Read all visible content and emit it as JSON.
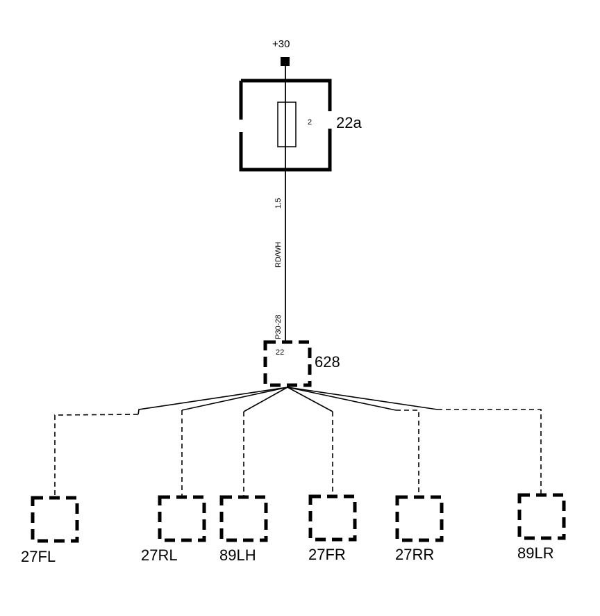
{
  "supply": {
    "label": "+30"
  },
  "fuse": {
    "id": "22a",
    "number": "2"
  },
  "wire": {
    "size": "1.5",
    "color": "RD/WH",
    "code": "P30-28"
  },
  "splice": {
    "id": "628",
    "pin": "22"
  },
  "components": [
    {
      "id": "27FL"
    },
    {
      "id": "27RL"
    },
    {
      "id": "89LH"
    },
    {
      "id": "27FR"
    },
    {
      "id": "27RR"
    },
    {
      "id": "89LR"
    }
  ]
}
